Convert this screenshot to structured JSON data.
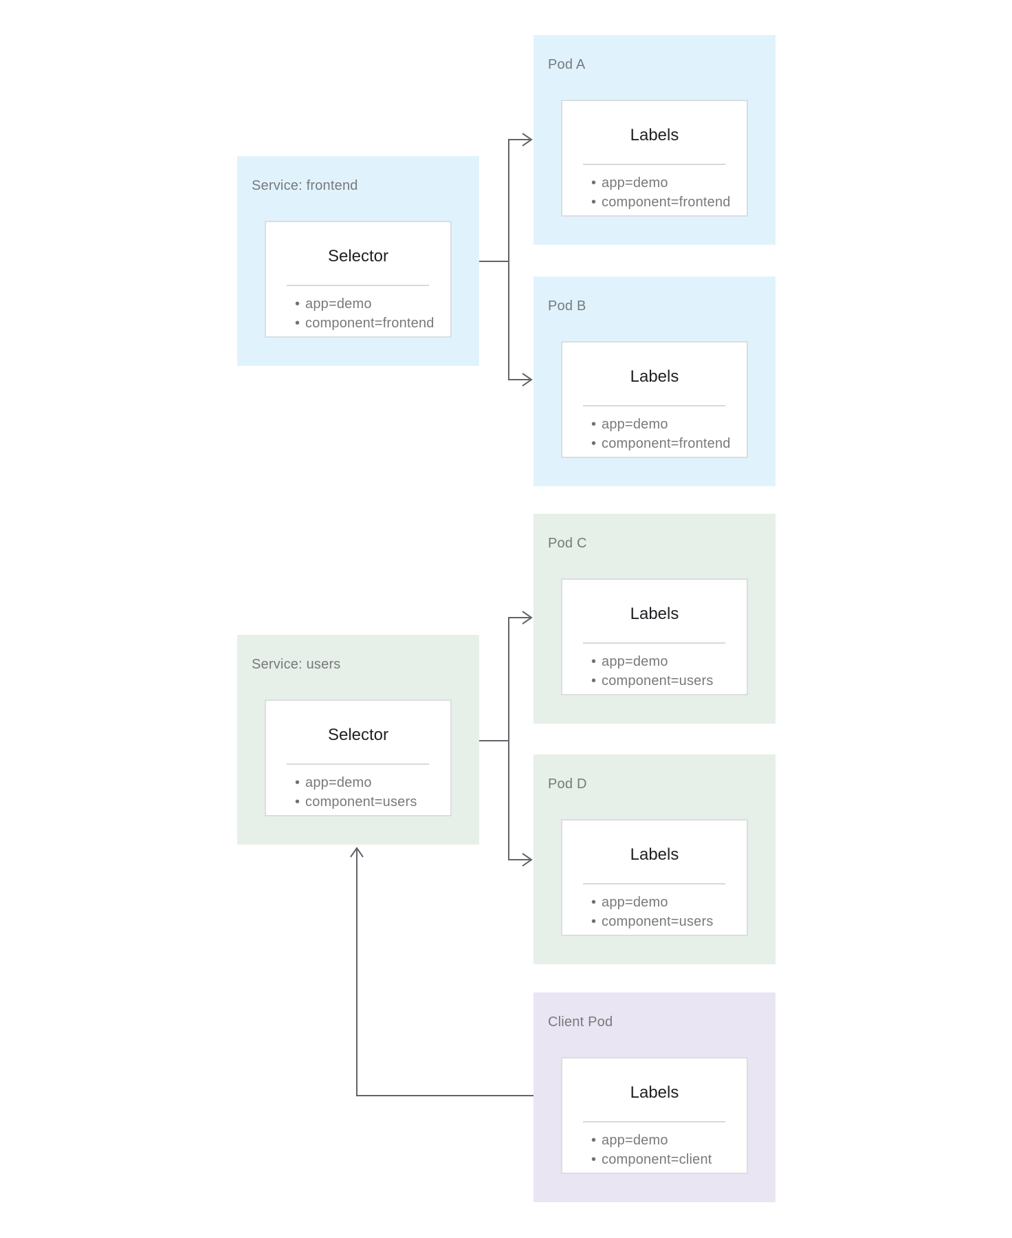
{
  "diagram": {
    "boxes": [
      {
        "id": "service-frontend",
        "label": "Service: frontend",
        "card_title": "Selector",
        "items": [
          "app=demo",
          "component=frontend"
        ],
        "color": "#E0F3FD"
      },
      {
        "id": "pod-a",
        "label": "Pod A",
        "card_title": "Labels",
        "items": [
          "app=demo",
          "component=frontend"
        ],
        "color": "#E0F3FD"
      },
      {
        "id": "pod-b",
        "label": "Pod B",
        "card_title": "Labels",
        "items": [
          "app=demo",
          "component=frontend"
        ],
        "color": "#E0F3FD"
      },
      {
        "id": "pod-c",
        "label": "Pod C",
        "card_title": "Labels",
        "items": [
          "app=demo",
          "component=users"
        ],
        "color": "#E7EFE9"
      },
      {
        "id": "service-users",
        "label": "Service: users",
        "card_title": "Selector",
        "items": [
          "app=demo",
          "component=users"
        ],
        "color": "#E7EFE9"
      },
      {
        "id": "pod-d",
        "label": "Pod D",
        "card_title": "Labels",
        "items": [
          "app=demo",
          "component=users"
        ],
        "color": "#E7EFE9"
      },
      {
        "id": "client-pod",
        "label": "Client Pod",
        "card_title": "Labels",
        "items": [
          "app=demo",
          "component=client"
        ],
        "color": "#E9E5F2"
      }
    ],
    "edges": [
      {
        "from": "Service: frontend",
        "to": "Pod A"
      },
      {
        "from": "Service: frontend",
        "to": "Pod B"
      },
      {
        "from": "Service: users",
        "to": "Pod C"
      },
      {
        "from": "Service: users",
        "to": "Pod D"
      },
      {
        "from": "Client Pod",
        "to": "Service: users"
      }
    ],
    "colors": {
      "pod_blue": "#E0F3FD",
      "pod_green": "#E7EFE9",
      "pod_purple": "#E9E5F2",
      "connector": "#5F6368",
      "card_border": "#DBDDDF",
      "divider": "#D7D9DB",
      "heading_text": "#202124",
      "muted_text": "#77797C",
      "background": "#FFFFFF"
    }
  }
}
